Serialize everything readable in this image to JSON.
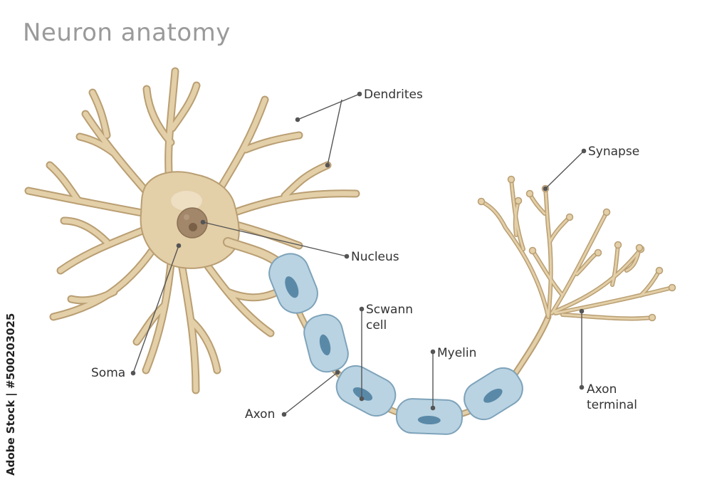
{
  "title": "Neuron anatomy",
  "labels": {
    "dendrites": "Dendrites",
    "synapse": "Synapse",
    "nucleus": "Nucleus",
    "schwann_line1": "Scwann",
    "schwann_line2": "cell",
    "myelin": "Myelin",
    "axon_terminal_line1": "Axon",
    "axon_terminal_line2": "terminal",
    "soma": "Soma",
    "axon": "Axon"
  },
  "watermark": "Adobe Stock | #500203025",
  "colors": {
    "soma_fill": "#e3cfa8",
    "soma_stroke": "#b99e72",
    "myelin_fill": "#b9d3e2",
    "myelin_stroke": "#7ea3ba",
    "myelin_core": "#5a89a8",
    "nucleus": "#a3876a",
    "leader": "#555555"
  }
}
